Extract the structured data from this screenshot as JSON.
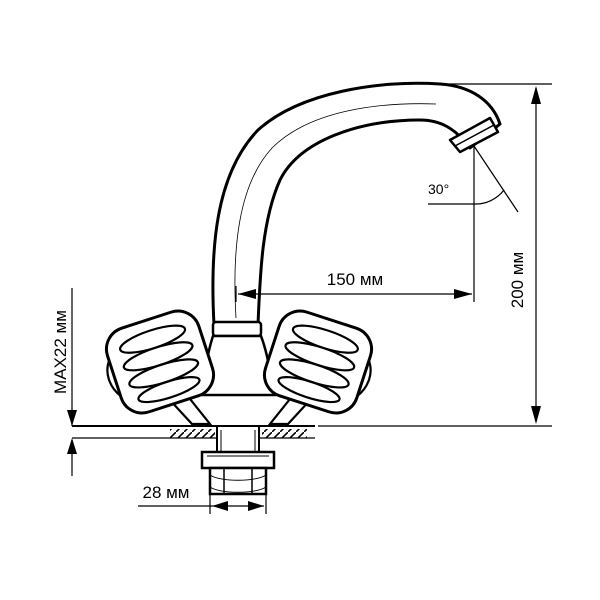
{
  "dimensions": {
    "height_label": "200 мм",
    "reach_label": "150 мм",
    "max_thickness_label": "MAX22 мм",
    "nut_width_label": "28 мм",
    "spout_angle_label": "30°"
  },
  "colors": {
    "line": "#000000",
    "fill": "#ffffff"
  }
}
